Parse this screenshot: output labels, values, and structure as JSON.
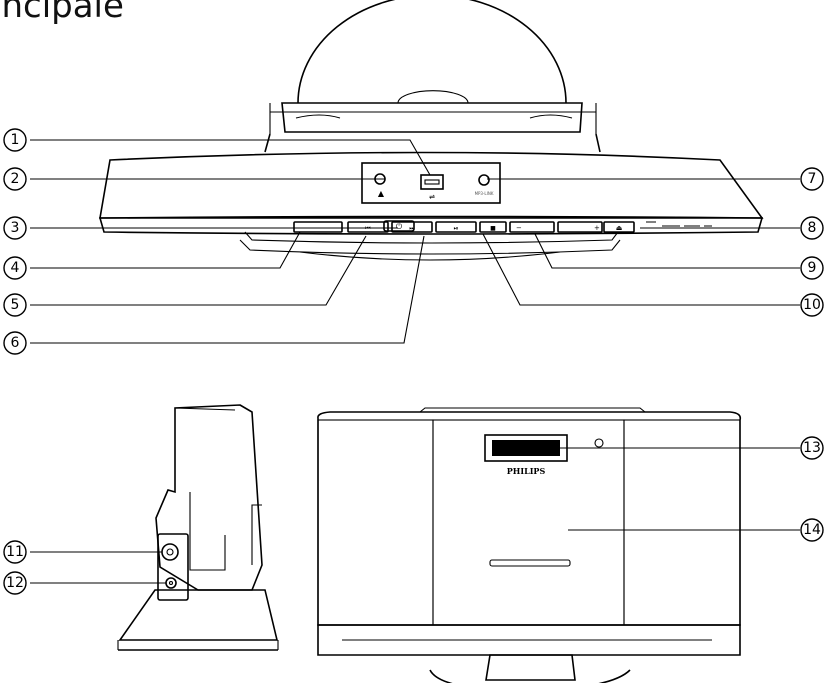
{
  "title": "incipale",
  "brand_label": "PHILIPS",
  "callouts": [
    {
      "id": "1",
      "label": "1"
    },
    {
      "id": "2",
      "label": "2"
    },
    {
      "id": "3",
      "label": "3"
    },
    {
      "id": "4",
      "label": "4"
    },
    {
      "id": "5",
      "label": "5"
    },
    {
      "id": "6",
      "label": "6"
    },
    {
      "id": "7",
      "label": "7"
    },
    {
      "id": "8",
      "label": "8"
    },
    {
      "id": "9",
      "label": "9"
    },
    {
      "id": "10",
      "label": "10"
    },
    {
      "id": "11",
      "label": "11"
    },
    {
      "id": "12",
      "label": "12"
    },
    {
      "id": "13",
      "label": "13"
    },
    {
      "id": "14",
      "label": "14"
    }
  ]
}
